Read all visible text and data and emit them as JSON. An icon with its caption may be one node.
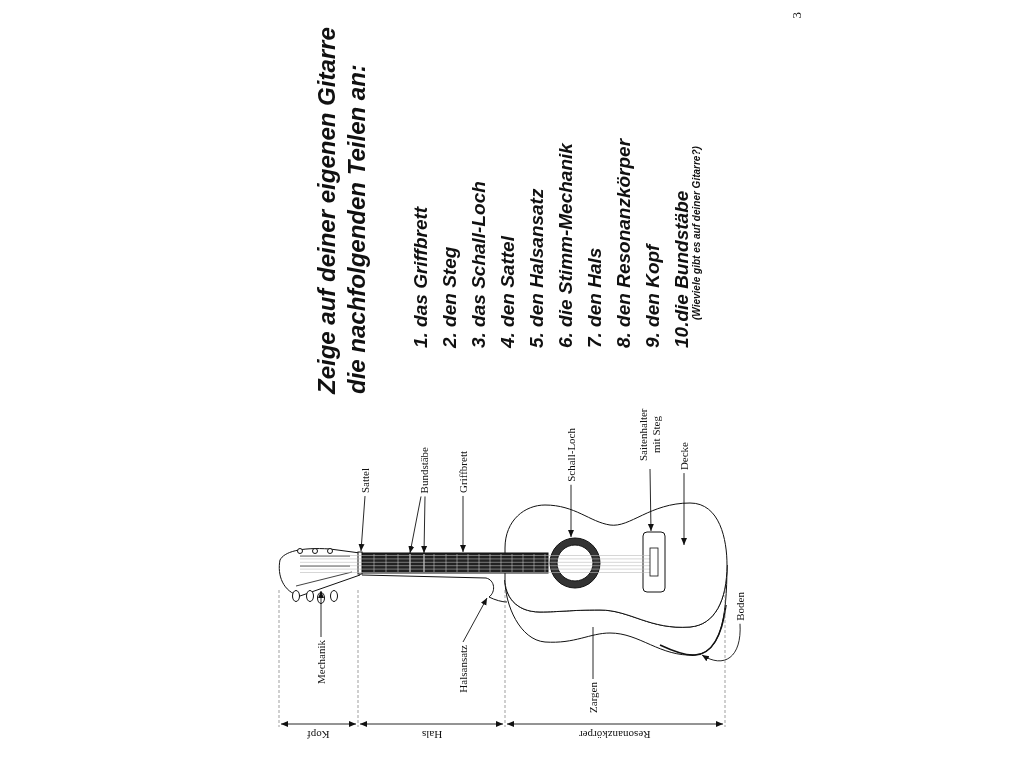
{
  "diagram": {
    "title": "Zeige auf deiner eigenen Gitarre die nachfolgenden Teilen an:",
    "nodes": [
      {
        "text": [
          "Mechanik"
        ]
      },
      {
        "text": [],
        "shape": "circle"
      },
      {
        "text": [
          "Sattel"
        ]
      },
      {
        "text": [],
        "shape": "bar"
      },
      {
        "text": [
          "Griffbrett"
        ]
      },
      {
        "text": [],
        "shape": "picture"
      },
      {
        "text": [
          "Bundstäbe"
        ]
      },
      {
        "text": [],
        "shape": "picture",
        "in": 5
      },
      {
        "text": [],
        "shape": "picture",
        "in": 5
      },
      {
        "text": [
          "Halsansatz"
        ]
      },
      {
        "text": [],
        "shape": "picture"
      },
      {
        "text": [
          "Zargen"
        ]
      },
      {
        "text": [],
        "shape": "picture"
      },
      {
        "text": [
          "Boden"
        ]
      },
      {
        "text": [],
        "shape": "picture",
        "in": 12
      },
      {
        "text": [
          "Decke"
        ]
      },
      {
        "text": [],
        "shape": "picture"
      },
      {
        "text": [
          "Schall-Loch"
        ]
      },
      {
        "text": [],
        "shape": "picture",
        "in": 16
      },
      {
        "text": [
          "Saitenhalter mit Steg"
        ]
      },
      {
        "text": [],
        "shape": "box",
        "in": 16
      }
    ],
    "edges": [
      {
        "from": 0,
        "to": 1,
        "arrow": "to"
      },
      {
        "from": 2,
        "to": 3,
        "arrow": "to"
      },
      {
        "from": 4,
        "to": 5,
        "arrow": "to"
      },
      {
        "from": 6,
        "to": 7,
        "arrow": "to"
      },
      {
        "from": 6,
        "to": 8,
        "arrow": "to"
      },
      {
        "from": 9,
        "to": 10,
        "arrow": "to"
      },
      {
        "from": 11,
        "to": 12,
        "arrow": "none"
      },
      {
        "from": 13,
        "to": 14,
        "arrow": "to"
      },
      {
        "from": 15,
        "to": 16,
        "arrow": "to"
      },
      {
        "from": 17,
        "to": 18,
        "arrow": "to"
      },
      {
        "from": 19,
        "to": 20,
        "arrow": "to"
      }
    ],
    "labels": [
      "3",
      "1. das Griffbrett",
      "2. den Steg",
      "3. das Schall-Loch",
      "4. den Sattel",
      "5. den Halsansatz",
      "6. die Stimm-Mechanik",
      "7. den Hals",
      "8. den Resonanzkörper",
      "9. den Kopf",
      "10.die Bundstäbe",
      "(Wieviele gibt es auf deiner Gitarre?)",
      "Kopf",
      "Hals",
      "Resonanzkörper"
    ]
  }
}
